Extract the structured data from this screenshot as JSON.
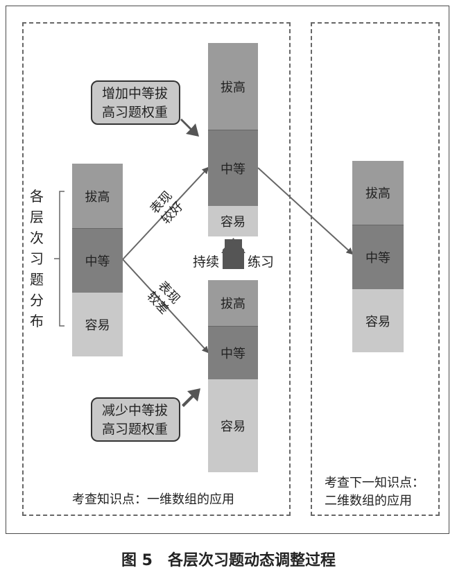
{
  "left_region_label": "考查知识点：一维数组的应用",
  "right_region_label_line1": "考查下一知识点：",
  "right_region_label_line2": "二维数组的应用",
  "side_label": [
    "各",
    "层",
    "次",
    "习",
    "题",
    "分",
    "布"
  ],
  "levels": {
    "hard": "拔高",
    "medium": "中等",
    "easy": "容易"
  },
  "callout_increase": {
    "line1": "增加中等拔",
    "line2": "高习题权重"
  },
  "callout_decrease": {
    "line1": "减少中等拔",
    "line2": "高习题权重"
  },
  "branch_good": {
    "line1": "表现",
    "line2": "较好"
  },
  "branch_poor": {
    "line1": "表现",
    "line2": "较差"
  },
  "practice_left": "持续",
  "practice_right": "练习",
  "caption": "图 5　各层次习题动态调整过程",
  "colors": {
    "hard": "#9b9b9b",
    "medium": "#7f7f7f",
    "easy": "#c9c9c9",
    "callout": "#c8c8c8",
    "arrow": "#555555"
  }
}
